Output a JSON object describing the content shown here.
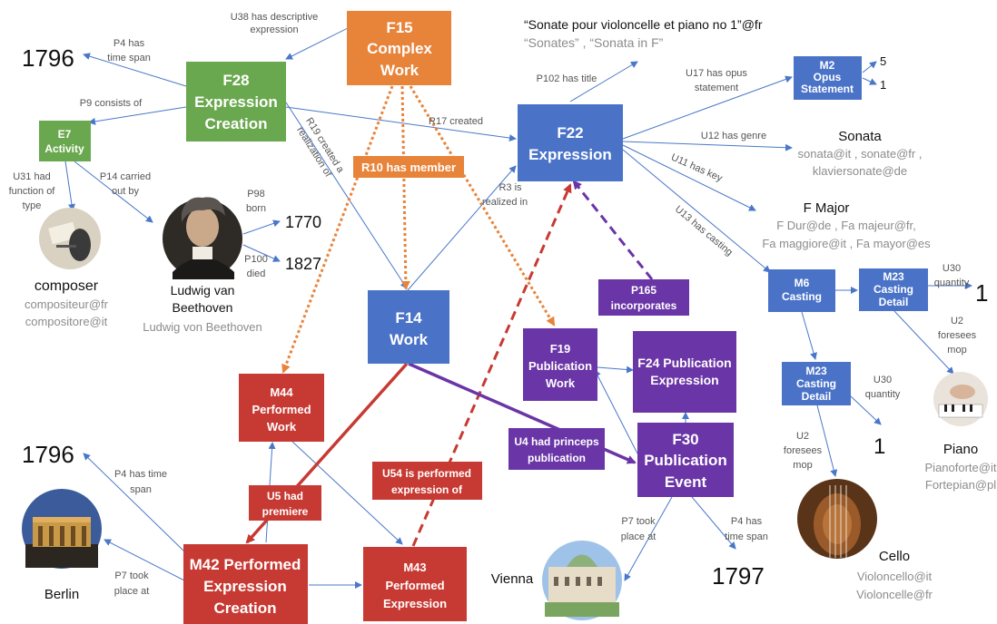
{
  "colors": {
    "orange": "#E8833A",
    "green": "#6AA84F",
    "blue": "#4A73C8",
    "purple": "#6A35A6",
    "red": "#C73A33",
    "edge_blue": "#4A78C8",
    "edge_red": "#C73A33",
    "edge_purple": "#6A35A6",
    "edge_orange": "#E8833A"
  },
  "nodes": {
    "f15": {
      "line1": "F15",
      "line2": "Complex",
      "line3": "Work"
    },
    "f28": {
      "line1": "F28",
      "line2": "Expression",
      "line3": "Creation"
    },
    "e7": {
      "line1": "E7",
      "line2": "Activity"
    },
    "f22": {
      "line1": "F22",
      "line2": "Expression"
    },
    "m2": {
      "line1": "M2",
      "line2": "Opus",
      "line3": "Statement"
    },
    "m6": {
      "line1": "M6",
      "line2": "Casting"
    },
    "m23a": {
      "line1": "M23",
      "line2": "Casting",
      "line3": "Detail"
    },
    "m23b": {
      "line1": "M23",
      "line2": "Casting",
      "line3": "Detail"
    },
    "f14": {
      "line1": "F14",
      "line2": "Work"
    },
    "f19": {
      "line1": "F19",
      "line2": "Publication",
      "line3": "Work"
    },
    "f24": {
      "line1": "F24 Publication",
      "line2": "Expression"
    },
    "f30": {
      "line1": "F30",
      "line2": "Publication",
      "line3": "Event"
    },
    "m44": {
      "line1": "M44",
      "line2": "Performed",
      "line3": "Work"
    },
    "m42": {
      "line1": "M42 Performed",
      "line2": "Expression",
      "line3": "Creation"
    },
    "m43": {
      "line1": "M43",
      "line2": "Performed",
      "line3": "Expression"
    }
  },
  "label_boxes": {
    "r10": "R10 has member",
    "p165_1": "P165",
    "p165_2": "incorporates",
    "u4_1": "U4 had princeps",
    "u4_2": "publication",
    "u54_1": "U54 is performed",
    "u54_2": "expression of",
    "u5_1": "U5 had",
    "u5_2": "premiere"
  },
  "edge_labels": {
    "u38_1": "U38 has descriptive",
    "u38_2": "expression",
    "p4a_1": "P4 has",
    "p4a_2": "time span",
    "p9": "P9 consists of",
    "u31_1": "U31 had",
    "u31_2": "function of",
    "u31_3": "type",
    "p14_1": "P14 carried",
    "p14_2": "out by",
    "p98_1": "P98",
    "p98_2": "born",
    "p100_1": "P100",
    "p100_2": "died",
    "r19_1": "R19 created a",
    "r19_2": "realization of",
    "r17": "R17 created",
    "r3_1": "R3 is",
    "r3_2": "realized in",
    "p102": "P102 has title",
    "u17_1": "U17 has opus",
    "u17_2": "statement",
    "u12": "U12 has genre",
    "u11": "U11 has key",
    "u13": "U13 has casting",
    "u30a_1": "U30",
    "u30a_2": "quantity",
    "u2a_1": "U2",
    "u2a_2": "foresees",
    "u2a_3": "mop",
    "u30b_1": "U30",
    "u30b_2": "quantity",
    "u2b_1": "U2",
    "u2b_2": "foresees",
    "u2b_3": "mop",
    "p4b_1": "P4 has time",
    "p4b_2": "span",
    "p7a_1": "P7 took",
    "p7a_2": "place at",
    "p7b_1": "P7 took",
    "p7b_2": "place at",
    "p4c_1": "P4 has",
    "p4c_2": "time span"
  },
  "literals": {
    "year_top": "1796",
    "year_bottom": "1796",
    "born": "1770",
    "died": "1827",
    "pub_year": "1797",
    "title_fr": "“Sonate pour violoncelle et piano no 1”@fr",
    "title_alt": "“Sonates” , “Sonata in F”",
    "opus_5": "5",
    "opus_1": "1",
    "genre": "Sonata",
    "genre_sub1": "sonata@it , sonate@fr ,",
    "genre_sub2": "klaviersonate@de",
    "key": "F Major",
    "key_sub1": "F Dur@de , Fa majeur@fr,",
    "key_sub2": "Fa maggiore@it , Fa mayor@es",
    "quantity_1a": "1",
    "quantity_1b": "1",
    "piano": "Piano",
    "piano_sub1": "Pianoforte@it",
    "piano_sub2": "Fortepian@pl",
    "cello": "Cello",
    "cello_sub1": "Violoncello@it",
    "cello_sub2": "Violoncelle@fr",
    "composer": "composer",
    "composer_sub1": "compositeur@fr",
    "composer_sub2": "compositore@it",
    "ludwig_1": "Ludwig van",
    "ludwig_2": "Beethoven",
    "ludwig_sub": "Ludwig von Beethoven",
    "berlin": "Berlin",
    "vienna": "Vienna"
  }
}
